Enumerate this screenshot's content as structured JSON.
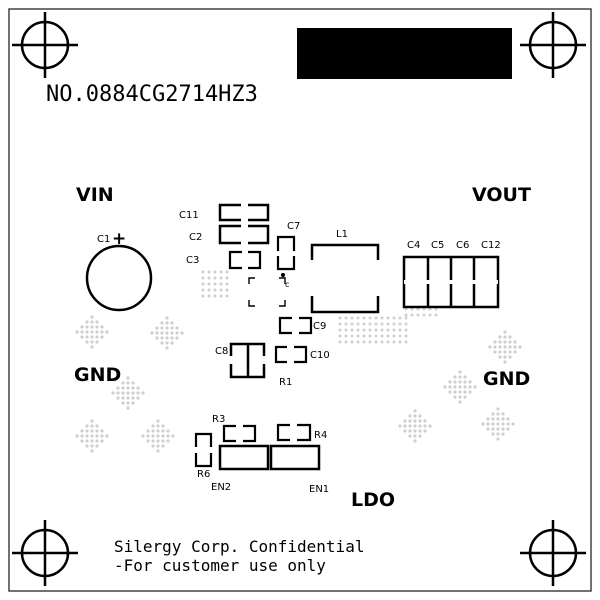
{
  "board_number": "NO.0884CG2714HZ3",
  "nets": {
    "vin": "VIN",
    "vout": "VOUT",
    "gnd_left": "GND",
    "gnd_right": "GND",
    "ldo": "LDO"
  },
  "designators": {
    "c1": "C1",
    "c2": "C2",
    "c3": "C3",
    "c4": "C4",
    "c5": "C5",
    "c6": "C6",
    "c7": "C7",
    "c8": "C8",
    "c9": "C9",
    "c10": "C10",
    "c11": "C11",
    "c12": "C12",
    "l1": "L1",
    "r1": "R1",
    "r3": "R3",
    "r4": "R4",
    "r6": "R6",
    "en1": "EN1",
    "en2": "EN2"
  },
  "polarity_mark": "+",
  "footer": {
    "line1": "Silergy Corp. Confidential",
    "line2": "-For customer use only"
  }
}
